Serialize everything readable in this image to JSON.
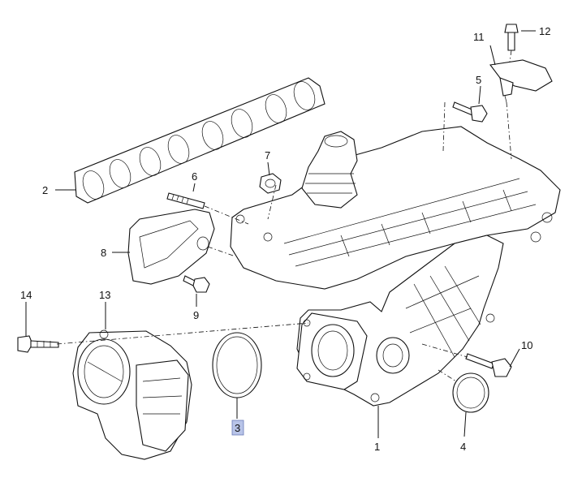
{
  "callouts": [
    {
      "id": "1",
      "label": "1"
    },
    {
      "id": "2",
      "label": "2"
    },
    {
      "id": "3",
      "label": "3"
    },
    {
      "id": "4",
      "label": "4"
    },
    {
      "id": "5",
      "label": "5"
    },
    {
      "id": "6",
      "label": "6"
    },
    {
      "id": "7",
      "label": "7"
    },
    {
      "id": "8",
      "label": "8"
    },
    {
      "id": "9",
      "label": "9"
    },
    {
      "id": "10",
      "label": "10"
    },
    {
      "id": "11",
      "label": "11"
    },
    {
      "id": "12",
      "label": "12"
    },
    {
      "id": "13",
      "label": "13"
    },
    {
      "id": "14",
      "label": "14"
    }
  ],
  "highlight": {
    "callout": "3",
    "color": "#b8c4e8"
  }
}
